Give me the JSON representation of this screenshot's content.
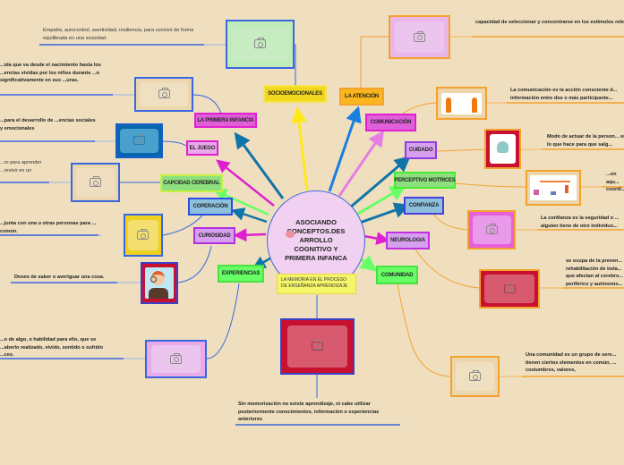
{
  "center": {
    "title": "ASOCIANDO CONCEPTOS.DES ARROLLO COGNITIVO Y PRIMERA INFANCA",
    "icon": "brain-icon"
  },
  "memo_box": {
    "text": "LA MEMORIA EN EL PROCESO DE ENSEÑANZA APRENDIZAJE"
  },
  "colors": {
    "background": "#efdfbf",
    "center_fill": "#f1d1f1",
    "blue_link": "#3a66e0",
    "orange_link": "#f4a22d",
    "teal_arrow": "#0f74a8",
    "magenta_arrow": "#e020d0",
    "green_arrow": "#66ff66",
    "yellow_arrow": "#ffe81a",
    "pink_arrow": "#e67ee6",
    "sky_arrow": "#1a7ee0"
  },
  "topics": [
    {
      "id": "socioemocionales",
      "label": "SOCIOEMOCIONALES",
      "note": "Empatía, autocontrol, asertividad, resiliencia, para convivir de forma equilibrada en una sociedad."
    },
    {
      "id": "la-atencion",
      "label": "LA ATENCIÓN",
      "note": "capacidad de seleccionar y concentrarse en los estímulos relevantes"
    },
    {
      "id": "la-primera-infancia",
      "label": "LA PRIMERA INFANCIA",
      "note": "...ida que va desde el nacimiento hasta los ...encias vividas por los niños durante ...n significativamente en sus ...uras."
    },
    {
      "id": "comunicacion",
      "label": "COMUNICACIÓN",
      "note": "La comunicación es la acción consciente d... información entre dos o más participante..."
    },
    {
      "id": "el-juego",
      "label": "EL JUEGO",
      "note": "...para el desarrollo de ...encias sociales y emocionales"
    },
    {
      "id": "cuidado",
      "label": "CUIDADO",
      "note": "Modo de actuar de la person... en lo que hace para que salg..."
    },
    {
      "id": "capcidad-cerebral",
      "label": "CAPCIDAD CEREBRAL",
      "note": "...ro para aprender ...revivir en un"
    },
    {
      "id": "perceptivo-motrices",
      "label": "PERCEPTIVO MOTRICES",
      "note": "...on aqu... coordi..."
    },
    {
      "id": "coperacion",
      "label": "COPERACIÓN",
      "note": "...junta con una u otras personas para ... común."
    },
    {
      "id": "confianza",
      "label": "CONFIANZA",
      "note": "La confianza es la seguridad o ... alguien tiene de otro individuo..."
    },
    {
      "id": "curiosidad",
      "label": "CURIOSIDAD",
      "note": "Deseo de saber o averiguar una cosa."
    },
    {
      "id": "neurologia",
      "label": "NEUROLOGIA",
      "note": "se ocupa de la preven... rehabilitación de toda... que afectan al cerebro... periférico y autónomo..."
    },
    {
      "id": "experiencias",
      "label": "EXPERIENCIAS",
      "note": "...o de algo, o habilidad para ello, que se ...aberlo realizado, vivido, sentido o sufrido ...ces."
    },
    {
      "id": "comunidad",
      "label": "COMUNIDAD",
      "note": "Una comunidad es un grupo de sere... tienen ciertos elementos en común, ... costumbres, valores,"
    }
  ],
  "memo_note": "Sin memorización no existe aprendizaje, ni cabe utilizar posteriormente conocimientos, información o experiencias anteriores",
  "image_placeholders": {
    "icon": "camera-icon"
  },
  "pictures": {
    "comunicacion": "people-talking-illustration",
    "cuidado": "caring-hands-illustration",
    "perceptivo": "children-activities-illustration",
    "curiosidad": "magnifying-glass-boy-illustration"
  }
}
